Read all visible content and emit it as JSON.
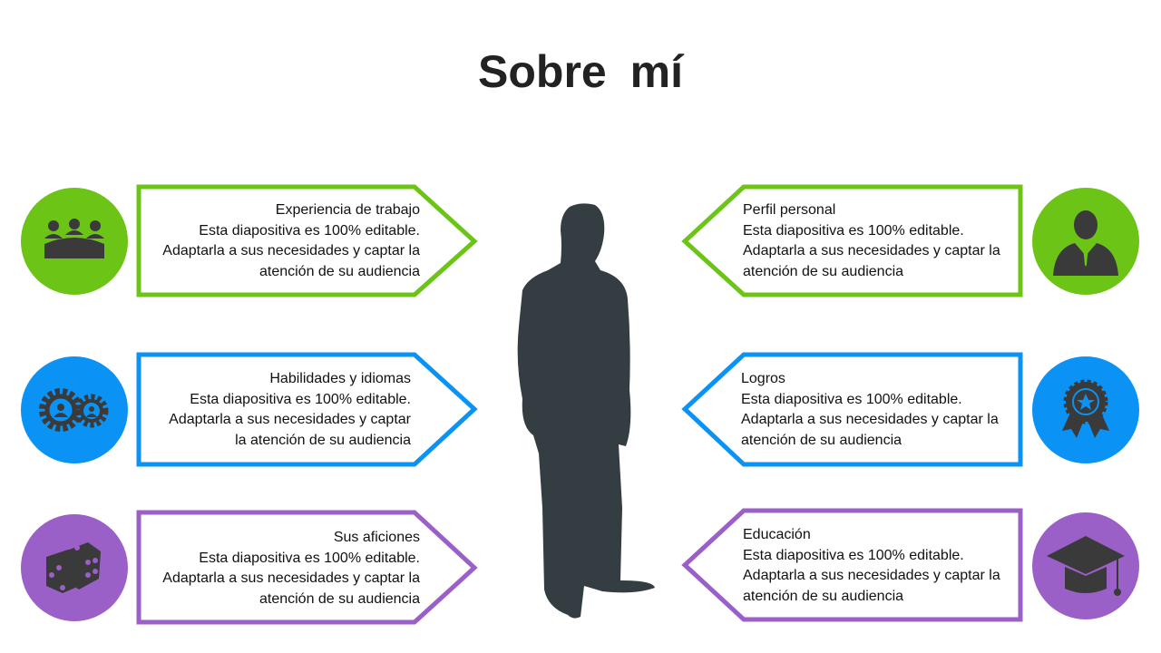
{
  "title": "Sobre  mí",
  "colors": {
    "green": "#6cc417",
    "blue": "#0a93f5",
    "purple": "#9b5fc8",
    "icon": "#3a3a3a",
    "silhouette": "#343d42"
  },
  "cards": [
    {
      "side": "left",
      "heading": "Experiencia de trabajo",
      "lines": [
        "Esta diapositiva es 100% editable.",
        "Adaptarla a sus necesidades y captar la",
        "atención de su audiencia"
      ],
      "icon": "meeting-icon"
    },
    {
      "side": "left",
      "heading": "Habilidades y idiomas",
      "lines": [
        "Esta diapositiva es 100% editable.",
        "Adaptarla a sus necesidades y captar",
        "la atención de su audiencia"
      ],
      "icon": "gears-people-icon"
    },
    {
      "side": "left",
      "heading": "Sus aficiones",
      "lines": [
        "Esta diapositiva es 100% editable.",
        "Adaptarla a sus necesidades y captar la",
        "atención de su audiencia"
      ],
      "icon": "dice-icon"
    },
    {
      "side": "right",
      "heading": "Perfil personal",
      "lines": [
        "Esta diapositiva es 100% editable.",
        "Adaptarla a sus necesidades y captar la",
        "atención de su audiencia"
      ],
      "icon": "businessman-icon"
    },
    {
      "side": "right",
      "heading": "Logros",
      "lines": [
        "Esta diapositiva es 100% editable.",
        "Adaptarla a sus necesidades y captar la",
        "atención de su audiencia"
      ],
      "icon": "award-badge-icon"
    },
    {
      "side": "right",
      "heading": "Educación",
      "lines": [
        "Esta diapositiva es 100% editable.",
        "Adaptarla a sus necesidades y captar la",
        "atención de su audiencia"
      ],
      "icon": "graduation-cap-icon"
    }
  ]
}
